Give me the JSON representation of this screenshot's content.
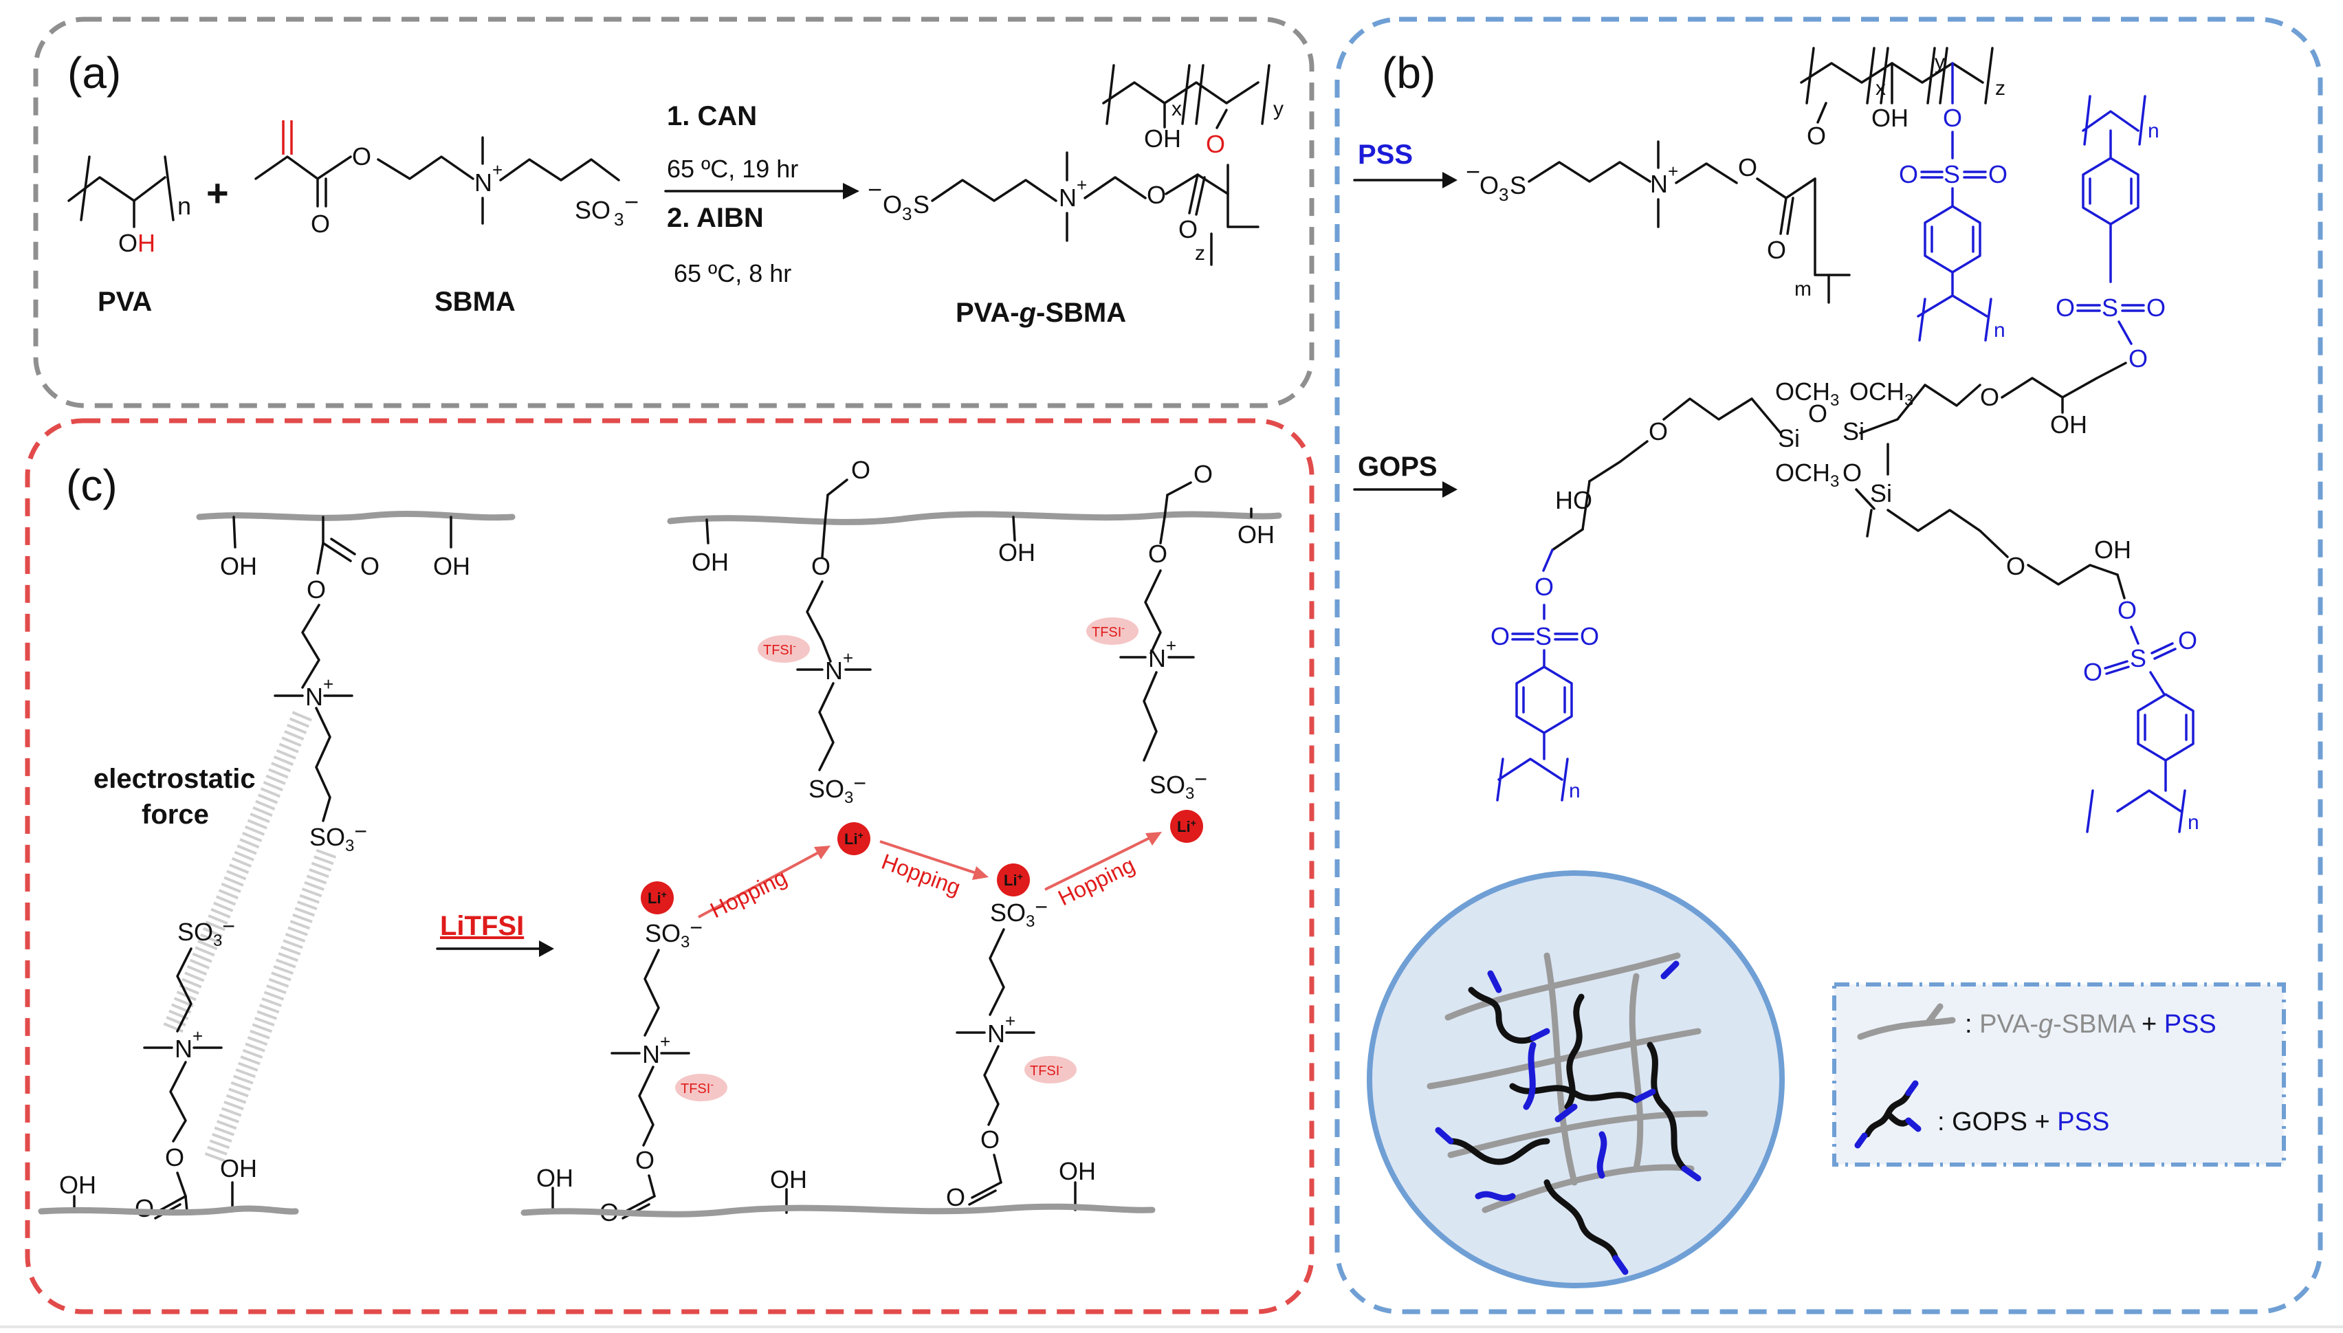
{
  "panels": {
    "a": {
      "label": "(a)",
      "reactant1": "PVA",
      "reactant2": "SBMA",
      "product": "PVA-g-SBMA",
      "product_pre": "PVA-",
      "product_g": "g",
      "product_post": "-SBMA",
      "step1": "1.  CAN",
      "cond1": "65 ºC, 19 hr",
      "step2": "2. AIBN",
      "cond2": "65 ºC, 8 hr",
      "plus": "+",
      "pva_oh_o": "O",
      "pva_oh_h": "H",
      "pva_n": "n",
      "sbma_o": "O",
      "sbma_o2": "O",
      "sbma_n": "N",
      "sbma_plus": "+",
      "sbma_so3": "SO",
      "sbma_so3_sub": "3",
      "sbma_minus": "−",
      "prod_so3_pre": "−",
      "prod_o3s": "O",
      "prod_o3s_sub": "3",
      "prod_s": "S",
      "prod_n": "N",
      "prod_o": "O",
      "prod_o2": "O",
      "prod_oh": "OH",
      "prod_x": "x",
      "prod_y": "y",
      "prod_z": "z"
    },
    "b": {
      "label": "(b)",
      "pss": "PSS",
      "gops": "GOPS",
      "x": "x",
      "y": "y",
      "z": "z",
      "n": "n",
      "o": "O",
      "oh": "OH",
      "s": "S",
      "si": "Si",
      "och3": "OCH",
      "och3_sub": "3",
      "ho": "HO",
      "o3s_minus": "−",
      "o3s_o": "O",
      "o3s_sub": "3",
      "o3s_s": "S",
      "n_plus": "+",
      "n_n": "N",
      "m": "m",
      "legend": {
        "item1_sep": ": ",
        "item1_pre": "PVA-",
        "item1_g": "g",
        "item1_post": "-SBMA",
        "item1_plus": " + ",
        "item1_pss": "PSS",
        "item2_sep": ": ",
        "item2_gops": "GOPS",
        "item2_plus": " + ",
        "item2_pss": "PSS"
      }
    },
    "c": {
      "label": "(c)",
      "electrostatic": "electrostatic",
      "force": "force",
      "litfsi": "LiTFSI",
      "hopping": "Hopping",
      "tfsi": "TFSI",
      "tfsi_sup": "-",
      "li": "Li",
      "li_sup": "+",
      "oh": "OH",
      "o": "O",
      "n": "N",
      "n_plus": "+",
      "so3": "SO",
      "so3_sub": "3",
      "so3_minus": "−"
    }
  },
  "colors": {
    "panel_a_border": "#8f8f8f",
    "panel_b_border": "#6f9fd4",
    "panel_c_border": "#e24b4b",
    "blue": "#1b1bd8",
    "red": "#e01b1b",
    "circle_fill": "#dbe6f3",
    "circle_stroke": "#6f9fd4"
  }
}
